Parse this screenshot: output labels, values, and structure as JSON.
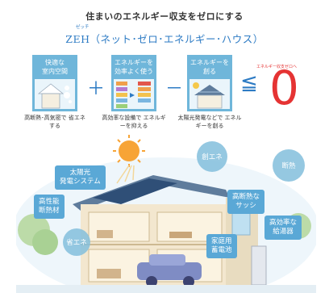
{
  "heading": {
    "title": "住まいのエネルギー収支をゼロにする",
    "ruby": "ゼッチ",
    "subtitle": "ZEH（ネット･ゼロ･エネルギー･ハウス）"
  },
  "equation": {
    "terms": [
      {
        "head": "快適な\n室内空間",
        "caption": "高断熱･高気密で\n省エネする"
      },
      {
        "head": "エネルギーを\n効率よく使う",
        "caption": "高効率な設備で\nエネルギーを抑える"
      },
      {
        "head": "エネルギーを\n創る",
        "caption": "太陽光発電などで\nエネルギーを創る"
      }
    ],
    "op_plus": "＋",
    "op_minus": "－",
    "op_leq": "≦",
    "result": "0",
    "result_note": "エネルギー収支ゼロへ"
  },
  "callouts": {
    "solar": "太陽光\n発電システム",
    "insulation": "高性能\n断熱材",
    "eco_left": "省エネ",
    "eco_top": "創エネ",
    "heat": "断熱",
    "sash": "高断熱な\nサッシ",
    "water_heater": "高効率な\n給湯器",
    "battery": "家庭用\n蓄電池"
  },
  "colors": {
    "accent_blue": "#2d7bc4",
    "box_blue": "#6fb6da",
    "zero_red": "#e53333",
    "house_wall": "#f3e7cf",
    "roof": "#5f7c9c"
  }
}
